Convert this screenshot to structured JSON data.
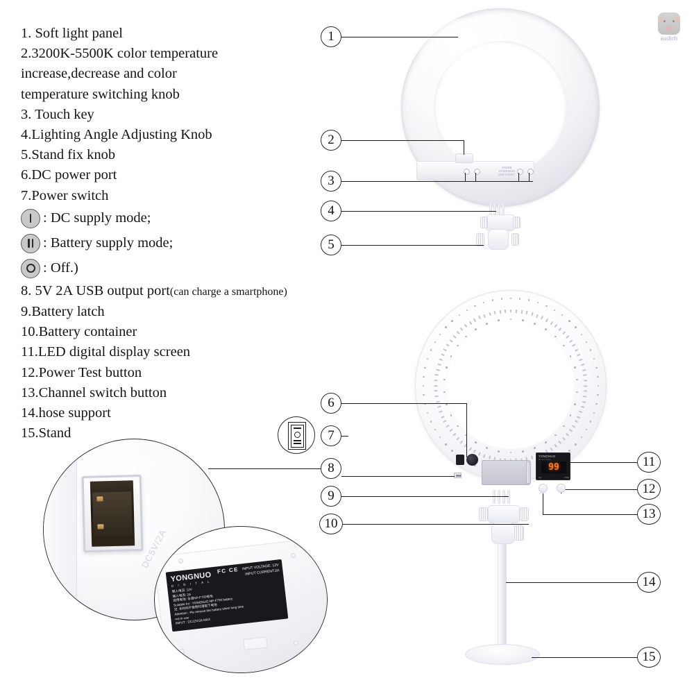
{
  "legend": {
    "items": [
      "1. Soft light panel",
      "2.3200K-5500K color temperature",
      "increase,decrease and color",
      "temperature switching knob",
      "3. Touch key",
      "4.Lighting Angle Adjusting Knob",
      "5.Stand fix knob",
      "6.DC power port",
      "7.Power switch"
    ],
    "modes": [
      {
        "symbol": "I",
        "text": ": DC supply mode;"
      },
      {
        "symbol": "II",
        "text": ": Battery supply mode;"
      },
      {
        "symbol": "O",
        "text": ": Off.)"
      }
    ],
    "item8_main": "8. 5V 2A USB output port",
    "item8_paren": "(can charge a smartphone)",
    "items_rest": [
      "9.Battery latch",
      "10.Battery container",
      "11.LED digital display screen",
      "12.Power Test button",
      "13.Channel switch button",
      "14.hose support",
      "15.Stand"
    ]
  },
  "callouts": {
    "c1": "1",
    "c2": "2",
    "c3": "3",
    "c4": "4",
    "c5": "5",
    "c6": "6",
    "c7": "7",
    "c8": "8",
    "c9": "9",
    "c10": "10",
    "c11": "11",
    "c12": "12",
    "c13": "13",
    "c14": "14",
    "c15": "15"
  },
  "front_unit": {
    "brand_model": "YN208",
    "brand_name": "YONGNUO",
    "brand_sub": "LED LIGHT"
  },
  "rear_unit": {
    "display_brand": "YONGNUO",
    "display_sub": "DIGITAL",
    "display_value": "99",
    "display_label_left": "CH",
    "display_label_right": "PWR"
  },
  "usb_inset": {
    "emboss_text": "DC5V/2A"
  },
  "back_inset": {
    "brand": "YONGNUO",
    "digital": "D I G I T A L",
    "certs": "FC CE",
    "right_lines": [
      "INPUT VOLTAGE: 12V",
      "INPUT CURRENT:2A"
    ],
    "spec_lines": [
      "输入电压: 12V",
      "输入电流: 2A",
      "适用电池: 永诺NP-F750电池",
      "Suitable for : YONGNUO NP-F750 battery",
      "注: 长时间不使用时请取下电池",
      "Attention : Pls remove the battery when long time",
      "not in use",
      "INPUT : DC12V/2A MAX"
    ]
  },
  "watermark": {
    "text": "audich"
  },
  "colors": {
    "line": "#1d1d1d",
    "text": "#141414",
    "led_orange": "#ff7a18",
    "badge_fill": "#c9c9c9",
    "label_black": "#18181d"
  }
}
